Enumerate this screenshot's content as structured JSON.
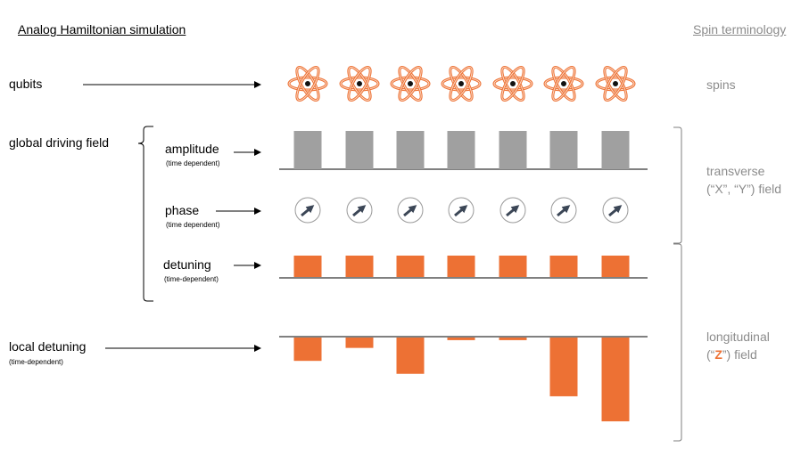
{
  "headers": {
    "left": "Analog Hamiltonian simulation",
    "right": "Spin terminology"
  },
  "rows": {
    "qubits": {
      "label": "qubits"
    },
    "global": {
      "label": "global driving field"
    },
    "amplitude": {
      "label": "amplitude",
      "sub": "(time dependent)",
      "values": [
        1,
        1,
        1,
        1,
        1,
        1,
        1
      ]
    },
    "phase": {
      "label": "phase",
      "sub": "(time dependent)",
      "count": 7
    },
    "detuning": {
      "label": "detuning",
      "sub": "(time-dependent)",
      "values": [
        1,
        1,
        1,
        1,
        1,
        1,
        1
      ]
    },
    "local": {
      "label": "local detuning",
      "sub": "(time-dependent)",
      "values": [
        0.27,
        0.12,
        0.42,
        0.03,
        0.03,
        0.68,
        0.97
      ]
    }
  },
  "spin_terms": {
    "spins": "spins",
    "transverse_line1": "transverse",
    "transverse_line2": "(“X”, “Y”) field",
    "longitudinal_line1": "longitudinal",
    "longitudinal_open": "(“",
    "longitudinal_z": "Z",
    "longitudinal_close": "”) field"
  },
  "colors": {
    "gray_bar": "#a0a0a0",
    "orange": "#ed7134",
    "arrow": "#3b4656",
    "bracket": "#000000",
    "gray_bracket": "#7f7f7f"
  },
  "icons": {
    "qubit": "atom-icon",
    "phase": "phase-dial-icon"
  }
}
